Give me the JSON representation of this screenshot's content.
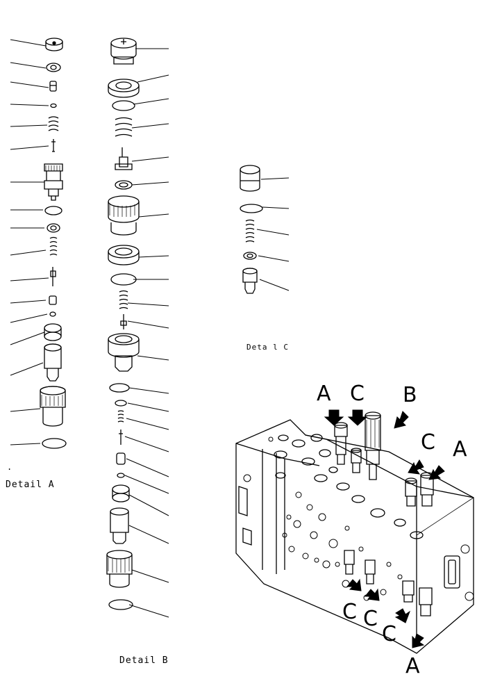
{
  "detail_a": {
    "caption": "Detail A"
  },
  "detail_b": {
    "caption": "Detail B"
  },
  "detail_c": {
    "caption": "Deta l C"
  },
  "callouts": {
    "a_top": "A",
    "c_top": "C",
    "b_top": "B",
    "c_right": "C",
    "a_right": "A",
    "c_low1": "C",
    "c_low2": "C",
    "c_low3": "C",
    "a_bottom": "A"
  },
  "colors": {
    "ink": "#000000",
    "paper": "#ffffff"
  }
}
